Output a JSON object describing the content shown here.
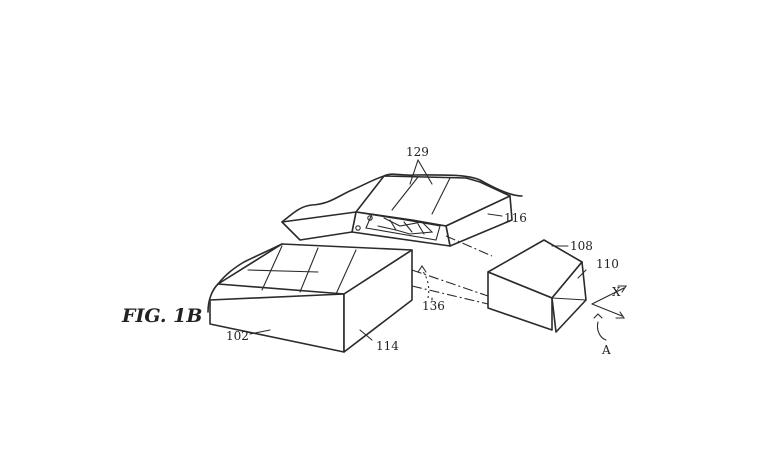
{
  "figure_title": "FIG. 1B",
  "labels": {
    "l129": "129",
    "l116": "116",
    "l108": "108",
    "l110": "110",
    "lX": "X",
    "lA": "A",
    "l136": "136",
    "l102": "102",
    "l114": "114"
  },
  "colors": {
    "line": "#2b2b2b",
    "background": "#ffffff"
  }
}
